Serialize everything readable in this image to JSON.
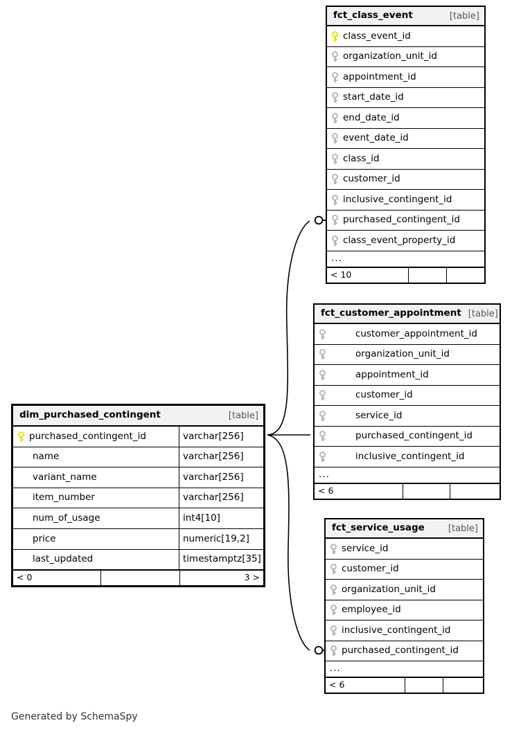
{
  "caption": "Generated by SchemaSpy",
  "table_tag": "[table]",
  "ellipsis": "...",
  "colors": {
    "primary_key": "#e8e800",
    "foreign_key": "#b8b8b8",
    "header_bg": "#f2f2f2",
    "border": "#000000",
    "background": "#ffffff"
  },
  "tables": {
    "fct_class_event": {
      "name": "fct_class_event",
      "tag": "[table]",
      "columns": [
        {
          "name": "class_event_id",
          "key": "primary"
        },
        {
          "name": "organization_unit_id",
          "key": "foreign"
        },
        {
          "name": "appointment_id",
          "key": "foreign"
        },
        {
          "name": "start_date_id",
          "key": "foreign"
        },
        {
          "name": "end_date_id",
          "key": "foreign"
        },
        {
          "name": "event_date_id",
          "key": "foreign"
        },
        {
          "name": "class_id",
          "key": "foreign"
        },
        {
          "name": "customer_id",
          "key": "foreign"
        },
        {
          "name": "inclusive_contingent_id",
          "key": "foreign"
        },
        {
          "name": "purchased_contingent_id",
          "key": "foreign"
        },
        {
          "name": "class_event_property_id",
          "key": "foreign"
        }
      ],
      "more_indicator": "...",
      "footer": {
        "left": "< 10",
        "middle": "",
        "right": ""
      }
    },
    "fct_customer_appointment": {
      "name": "fct_customer_appointment",
      "tag": "[table]",
      "columns": [
        {
          "name": "customer_appointment_id",
          "key": "foreign"
        },
        {
          "name": "organization_unit_id",
          "key": "foreign"
        },
        {
          "name": "appointment_id",
          "key": "foreign"
        },
        {
          "name": "customer_id",
          "key": "foreign"
        },
        {
          "name": "service_id",
          "key": "foreign"
        },
        {
          "name": "purchased_contingent_id",
          "key": "foreign"
        },
        {
          "name": "inclusive_contingent_id",
          "key": "foreign"
        }
      ],
      "more_indicator": "...",
      "footer": {
        "left": "< 6",
        "middle": "",
        "right": ""
      }
    },
    "dim_purchased_contingent": {
      "name": "dim_purchased_contingent",
      "tag": "[table]",
      "columns": [
        {
          "name": "purchased_contingent_id",
          "type": "varchar[256]",
          "key": "primary"
        },
        {
          "name": "name",
          "type": "varchar[256]",
          "key": "none"
        },
        {
          "name": "variant_name",
          "type": "varchar[256]",
          "key": "none"
        },
        {
          "name": "item_number",
          "type": "varchar[256]",
          "key": "none"
        },
        {
          "name": "num_of_usage",
          "type": "int4[10]",
          "key": "none"
        },
        {
          "name": "price",
          "type": "numeric[19,2]",
          "key": "none"
        },
        {
          "name": "last_updated",
          "type": "timestamptz[35]",
          "key": "none"
        }
      ],
      "footer": {
        "left": "< 0",
        "middle": "",
        "right": "3 >"
      }
    },
    "fct_service_usage": {
      "name": "fct_service_usage",
      "tag": "[table]",
      "columns": [
        {
          "name": "service_id",
          "key": "foreign"
        },
        {
          "name": "customer_id",
          "key": "foreign"
        },
        {
          "name": "organization_unit_id",
          "key": "foreign"
        },
        {
          "name": "employee_id",
          "key": "foreign"
        },
        {
          "name": "inclusive_contingent_id",
          "key": "foreign"
        },
        {
          "name": "purchased_contingent_id",
          "key": "foreign"
        }
      ],
      "more_indicator": "...",
      "footer": {
        "left": "< 6",
        "middle": "",
        "right": ""
      }
    }
  },
  "relationships": [
    {
      "from_table": "dim_purchased_contingent",
      "from_column": "purchased_contingent_id",
      "to_table": "fct_class_event",
      "to_column": "purchased_contingent_id",
      "notation": "zero-or-many"
    },
    {
      "from_table": "dim_purchased_contingent",
      "from_column": "purchased_contingent_id",
      "to_table": "fct_customer_appointment",
      "to_column": "purchased_contingent_id",
      "notation": "zero-or-many"
    },
    {
      "from_table": "dim_purchased_contingent",
      "from_column": "purchased_contingent_id",
      "to_table": "fct_service_usage",
      "to_column": "purchased_contingent_id",
      "notation": "zero-or-many"
    }
  ]
}
